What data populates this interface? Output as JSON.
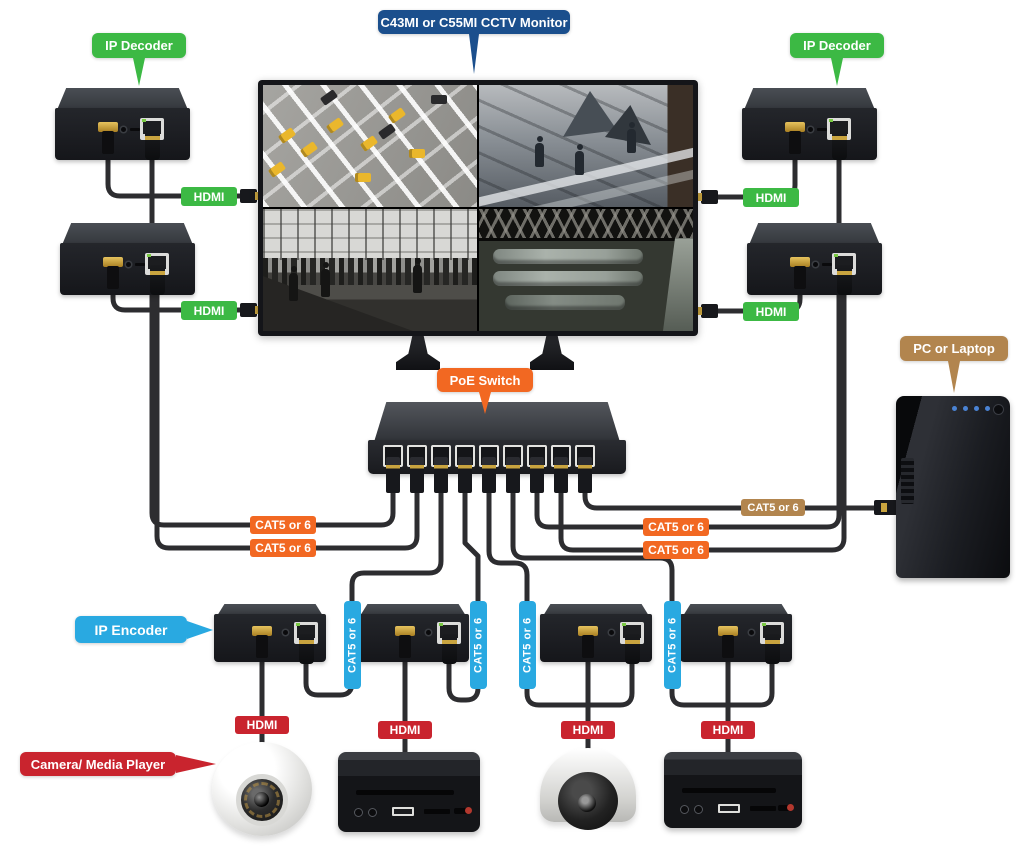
{
  "diagram": {
    "monitor_callout": "C43MI or C55MI CCTV Monitor",
    "decoder_callout": "IP Decoder",
    "switch_callout": "PoE Switch",
    "pc_callout": "PC or Laptop",
    "encoder_callout": "IP Encoder",
    "source_callout": "Camera/ Media Player",
    "hdmi_label": "HDMI",
    "cat5_label": "CAT5 or 6",
    "colors": {
      "monitor_callout_blue": "#1b4f8d",
      "decoder_hdmi_green": "#3cb944",
      "switch_cat5_orange": "#f26822",
      "pc_cat5_tan": "#b2854e",
      "encoder_cat5_cyan": "#29a9e1",
      "source_hdmi_red": "#c9242e",
      "cable_dark": "#2d2d30"
    },
    "counts": {
      "ip_decoders": 4,
      "ip_encoders": 4,
      "hdmi_source_devices": 4,
      "switch_ports_in_use": 9
    }
  }
}
